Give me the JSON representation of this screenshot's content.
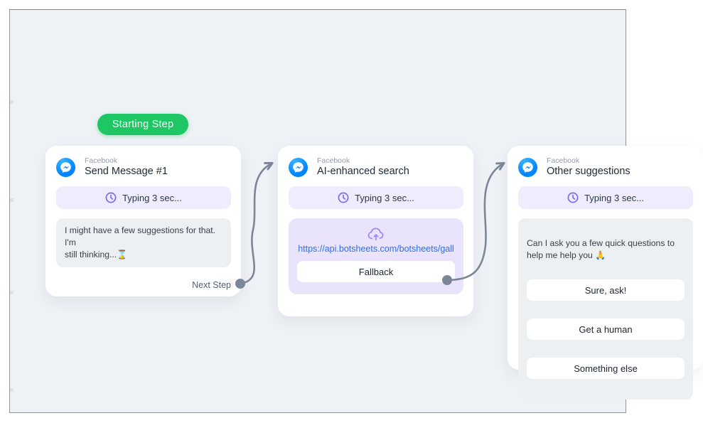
{
  "badge": {
    "label": "Starting Step"
  },
  "cards": [
    {
      "platform": "Facebook",
      "title": "Send Message #1",
      "typing": "Typing 3 sec...",
      "message": "I might have a few suggestions for that. I'm\nstill thinking...⌛",
      "next_step_label": "Next Step"
    },
    {
      "platform": "Facebook",
      "title": "AI-enhanced search",
      "typing": "Typing 3 sec...",
      "url": "https://api.botsheets.com/botsheets/gall",
      "fallback_label": "Fallback"
    },
    {
      "platform": "Facebook",
      "title": "Other suggestions",
      "typing": "Typing 3 sec...",
      "message": "Can I ask you a few quick questions to\nhelp me help you 🙏",
      "buttons": [
        "Sure, ask!",
        "Get a human",
        "Something else"
      ]
    }
  ],
  "icons": {
    "card_avatar": "messenger-icon",
    "typing_icon": "clock-icon",
    "upload_icon": "cloud-upload-icon",
    "connector": "arrow-curve"
  },
  "colors": {
    "canvas_bg": "#eef1f5",
    "card_bg": "#ffffff",
    "badge_green": "#1ec763",
    "typing_lavender": "#efecfd",
    "purple_box": "#e9e4fc",
    "accent_purple": "#7b6bf0",
    "link_blue": "#2a6ff0",
    "bubble_gray": "#ecf0f2",
    "connector_slate": "#7b8798",
    "messenger_blue": "#0084ff"
  }
}
